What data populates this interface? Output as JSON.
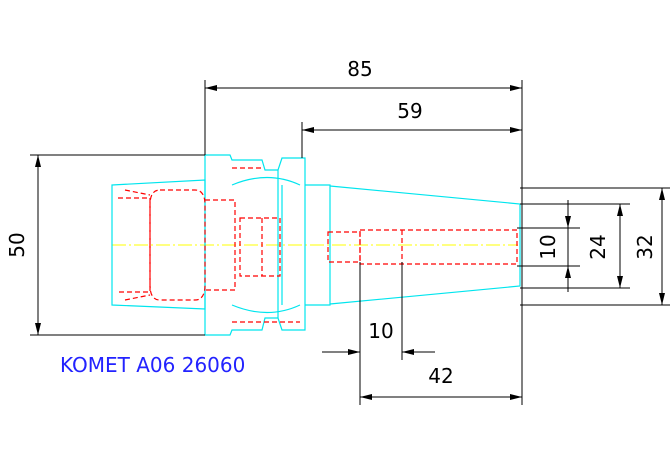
{
  "colors": {
    "background": "#ffffff",
    "part_outline": "#00e5ee",
    "hidden_lines": "#ff0000",
    "centerline": "#ffff00",
    "dimension": "#000000",
    "caption": "#2323ff"
  },
  "dimensions": {
    "overall_length": "85",
    "shank_length": "59",
    "flange_diameter": "50",
    "bore_diameter": "10",
    "taper_inner_diameter": "24",
    "taper_outer_diameter": "32",
    "bore_offset": "10",
    "bore_depth": "42"
  },
  "caption": "KOMET A06 26060"
}
